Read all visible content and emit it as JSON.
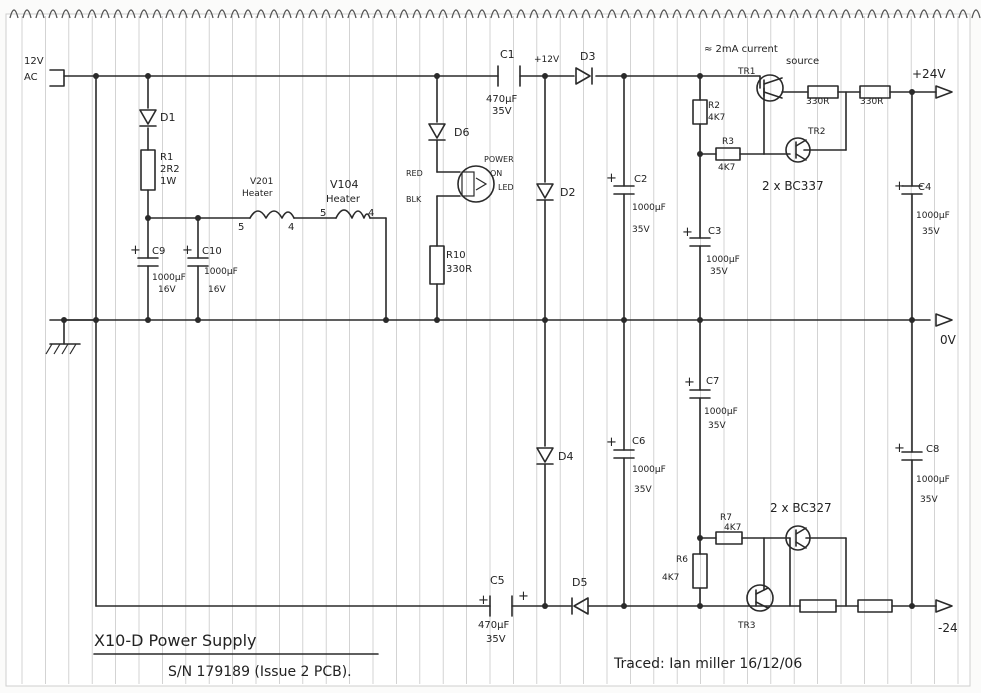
{
  "inputs": {
    "ac_line1": "12V",
    "ac_line2": "AC"
  },
  "components": {
    "d1": "D1",
    "r1": {
      "ref": "R1",
      "v1": "2R2",
      "v2": "1W"
    },
    "c9": {
      "ref": "C9",
      "v1": "1000µF",
      "v2": "16V"
    },
    "c10": {
      "ref": "C10",
      "v1": "1000µF",
      "v2": "16V"
    },
    "v201": {
      "ref": "V201",
      "name": "Heater",
      "pin_a": "5",
      "pin_b": "4"
    },
    "v104": {
      "ref": "V104",
      "name": "Heater",
      "pin_a": "5",
      "pin_b": "4"
    },
    "d6": "D6",
    "led": {
      "red": "RED",
      "blk": "BLK",
      "label1": "POWER",
      "label2": "ON",
      "label3": "LED"
    },
    "r10": {
      "ref": "R10",
      "v": "330R"
    },
    "c1": {
      "ref": "C1",
      "v1": "470µF",
      "v2": "35V",
      "plus": "+"
    },
    "node12": "+12V",
    "d3": "D3",
    "d2": "D2",
    "c2": {
      "ref": "C2",
      "v1": "1000µF",
      "v2": "35V"
    },
    "ccs": {
      "label1": "≈ 2mA current",
      "label2": "source"
    },
    "tr1": "TR1",
    "r2": {
      "ref": "R2",
      "v": "4K7"
    },
    "r3": {
      "ref": "R3",
      "v": "4K7"
    },
    "r330": "330R",
    "r330b": "330R",
    "tr2": "TR2",
    "bc337": "2 x BC337",
    "c3": {
      "ref": "C3",
      "v1": "1000µF",
      "v2": "35V"
    },
    "c4": {
      "ref": "C4",
      "v1": "1000µF",
      "v2": "35V"
    },
    "c7": {
      "ref": "C7",
      "v1": "1000µF",
      "v2": "35V"
    },
    "d4": "D4",
    "c6": {
      "ref": "C6",
      "v1": "1000µF",
      "v2": "35V"
    },
    "c8": {
      "ref": "C8",
      "v1": "1000µF",
      "v2": "35V"
    },
    "r7": {
      "ref": "R7",
      "v": "4K7"
    },
    "r6": {
      "ref": "R6",
      "v": "4K7"
    },
    "bc327": "2 x BC327",
    "tr3": "TR3",
    "c5": {
      "ref": "C5",
      "v1": "470µF",
      "v2": "35V"
    },
    "d5": "D5"
  },
  "outputs": {
    "plus24": "+24V",
    "zero": "0V",
    "minus24": "-24"
  },
  "titleblock": {
    "title": "X10-D Power Supply",
    "serial": "S/N 179189 (Issue 2 PCB).",
    "traced": "Traced: Ian miller 16/12/06"
  }
}
